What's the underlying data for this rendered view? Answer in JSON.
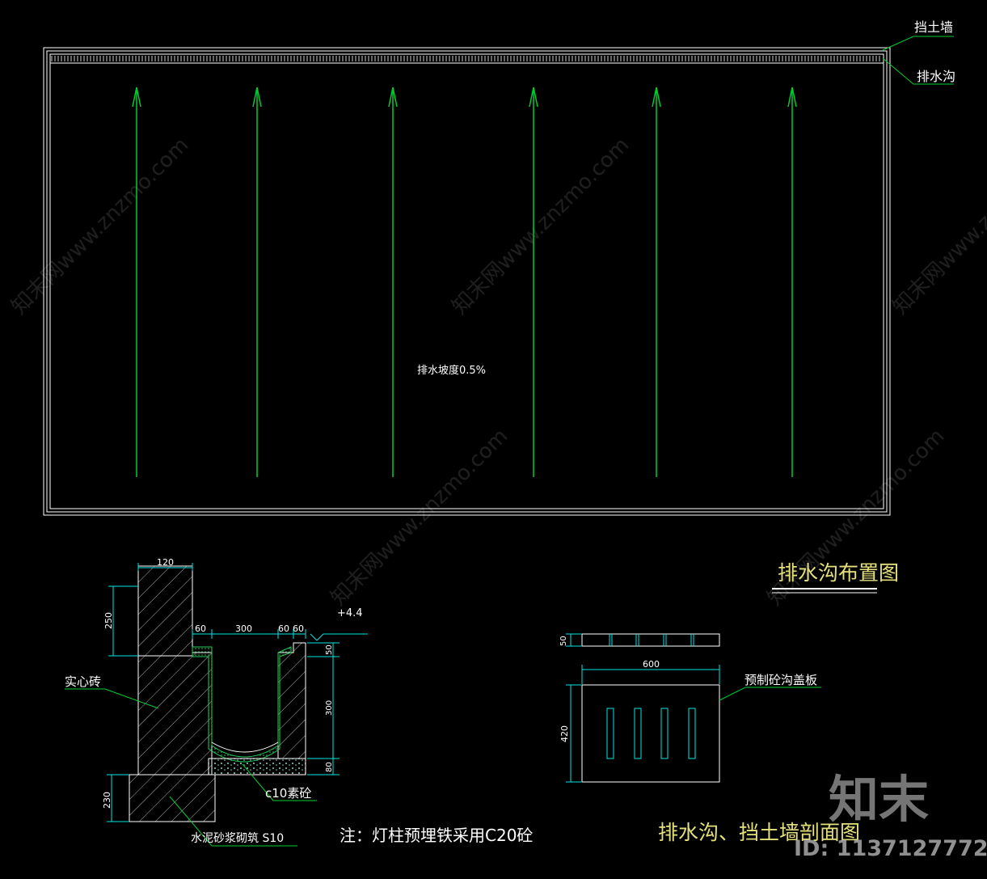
{
  "labels": {
    "retaining_wall": "挡土墙",
    "drain": "排水沟",
    "slope": "排水坡度0.5%",
    "layout_title": "排水沟布置图",
    "section_title": "排水沟、挡土墙剖面图",
    "solid_brick": "实心砖",
    "mortar": "水泥砂浆砌筑 S10",
    "concrete": "c10素砼",
    "cover_plate": "预制砼沟盖板",
    "note": "注：灯柱预埋铁采用C20砼",
    "elevation": "+4.4"
  },
  "dimensions": {
    "wall_width": "120",
    "wall_height": "250",
    "d60a": "60",
    "d300": "300",
    "d60b": "60",
    "d60c": "60",
    "d50": "50",
    "d300v": "300",
    "d80": "80",
    "d230": "230",
    "plate_thk": "50",
    "plate_w": "600",
    "plate_h": "420"
  },
  "watermark": {
    "text": "知末网www.znzmo.com",
    "logo": "知末",
    "id": "ID: 1137127772"
  },
  "colors": {
    "background": "#000000",
    "frame": "#ffffff",
    "arrow": "#00cc33",
    "dimension": "#00e5e5",
    "title": "#e6e07a",
    "hatch": "#b8b8b8"
  }
}
